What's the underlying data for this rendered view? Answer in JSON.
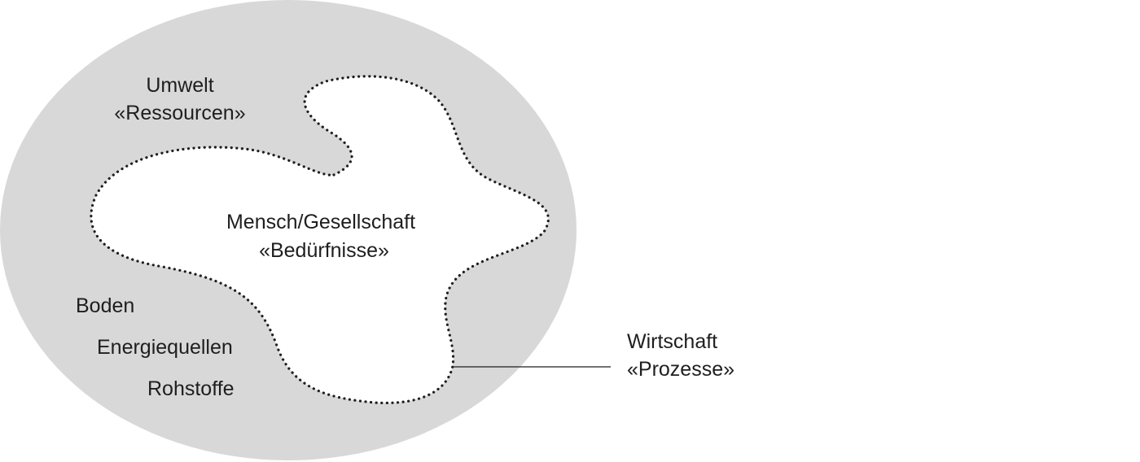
{
  "colors": {
    "environment_fill": "#d8d8d8",
    "society_fill": "#ffffff",
    "outline": "#1e1e1e",
    "text": "#1e1e1e",
    "background": "#ffffff"
  },
  "environment": {
    "title": "Umwelt",
    "subtitle": "«Ressourcen»",
    "resources": [
      "Boden",
      "Energiequellen",
      "Rohstoffe"
    ]
  },
  "society": {
    "title": "Mensch/Gesellschaft",
    "subtitle": "«Bedürfnisse»"
  },
  "economy": {
    "title": "Wirtschaft",
    "subtitle": "«Prozesse»"
  }
}
